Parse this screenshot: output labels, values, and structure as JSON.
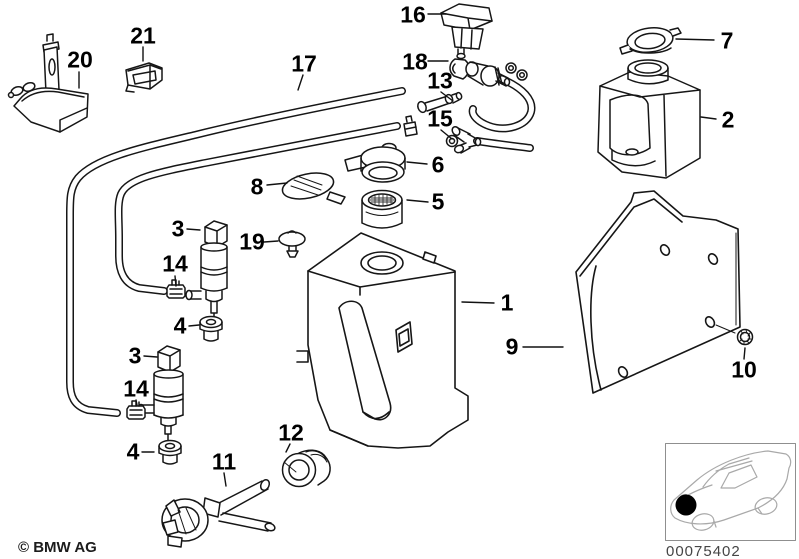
{
  "diagram": {
    "title": "windshield washer system parts diagram",
    "part_labels": {
      "p1": "1",
      "p2": "2",
      "p3": "3",
      "p4": "4",
      "p5": "5",
      "p6": "6",
      "p7": "7",
      "p8": "8",
      "p9": "9",
      "p10": "10",
      "p11": "11",
      "p12": "12",
      "p13": "13",
      "p14": "14",
      "p15": "15",
      "p16": "16",
      "p17": "17",
      "p18": "18",
      "p19": "19",
      "p20": "20",
      "p21": "21"
    },
    "copyright": "© BMW AG",
    "image_number": "00075402",
    "colors": {
      "line": "#161616",
      "car_sketch": "#a9a9a9",
      "location_dot": "#000000"
    }
  }
}
